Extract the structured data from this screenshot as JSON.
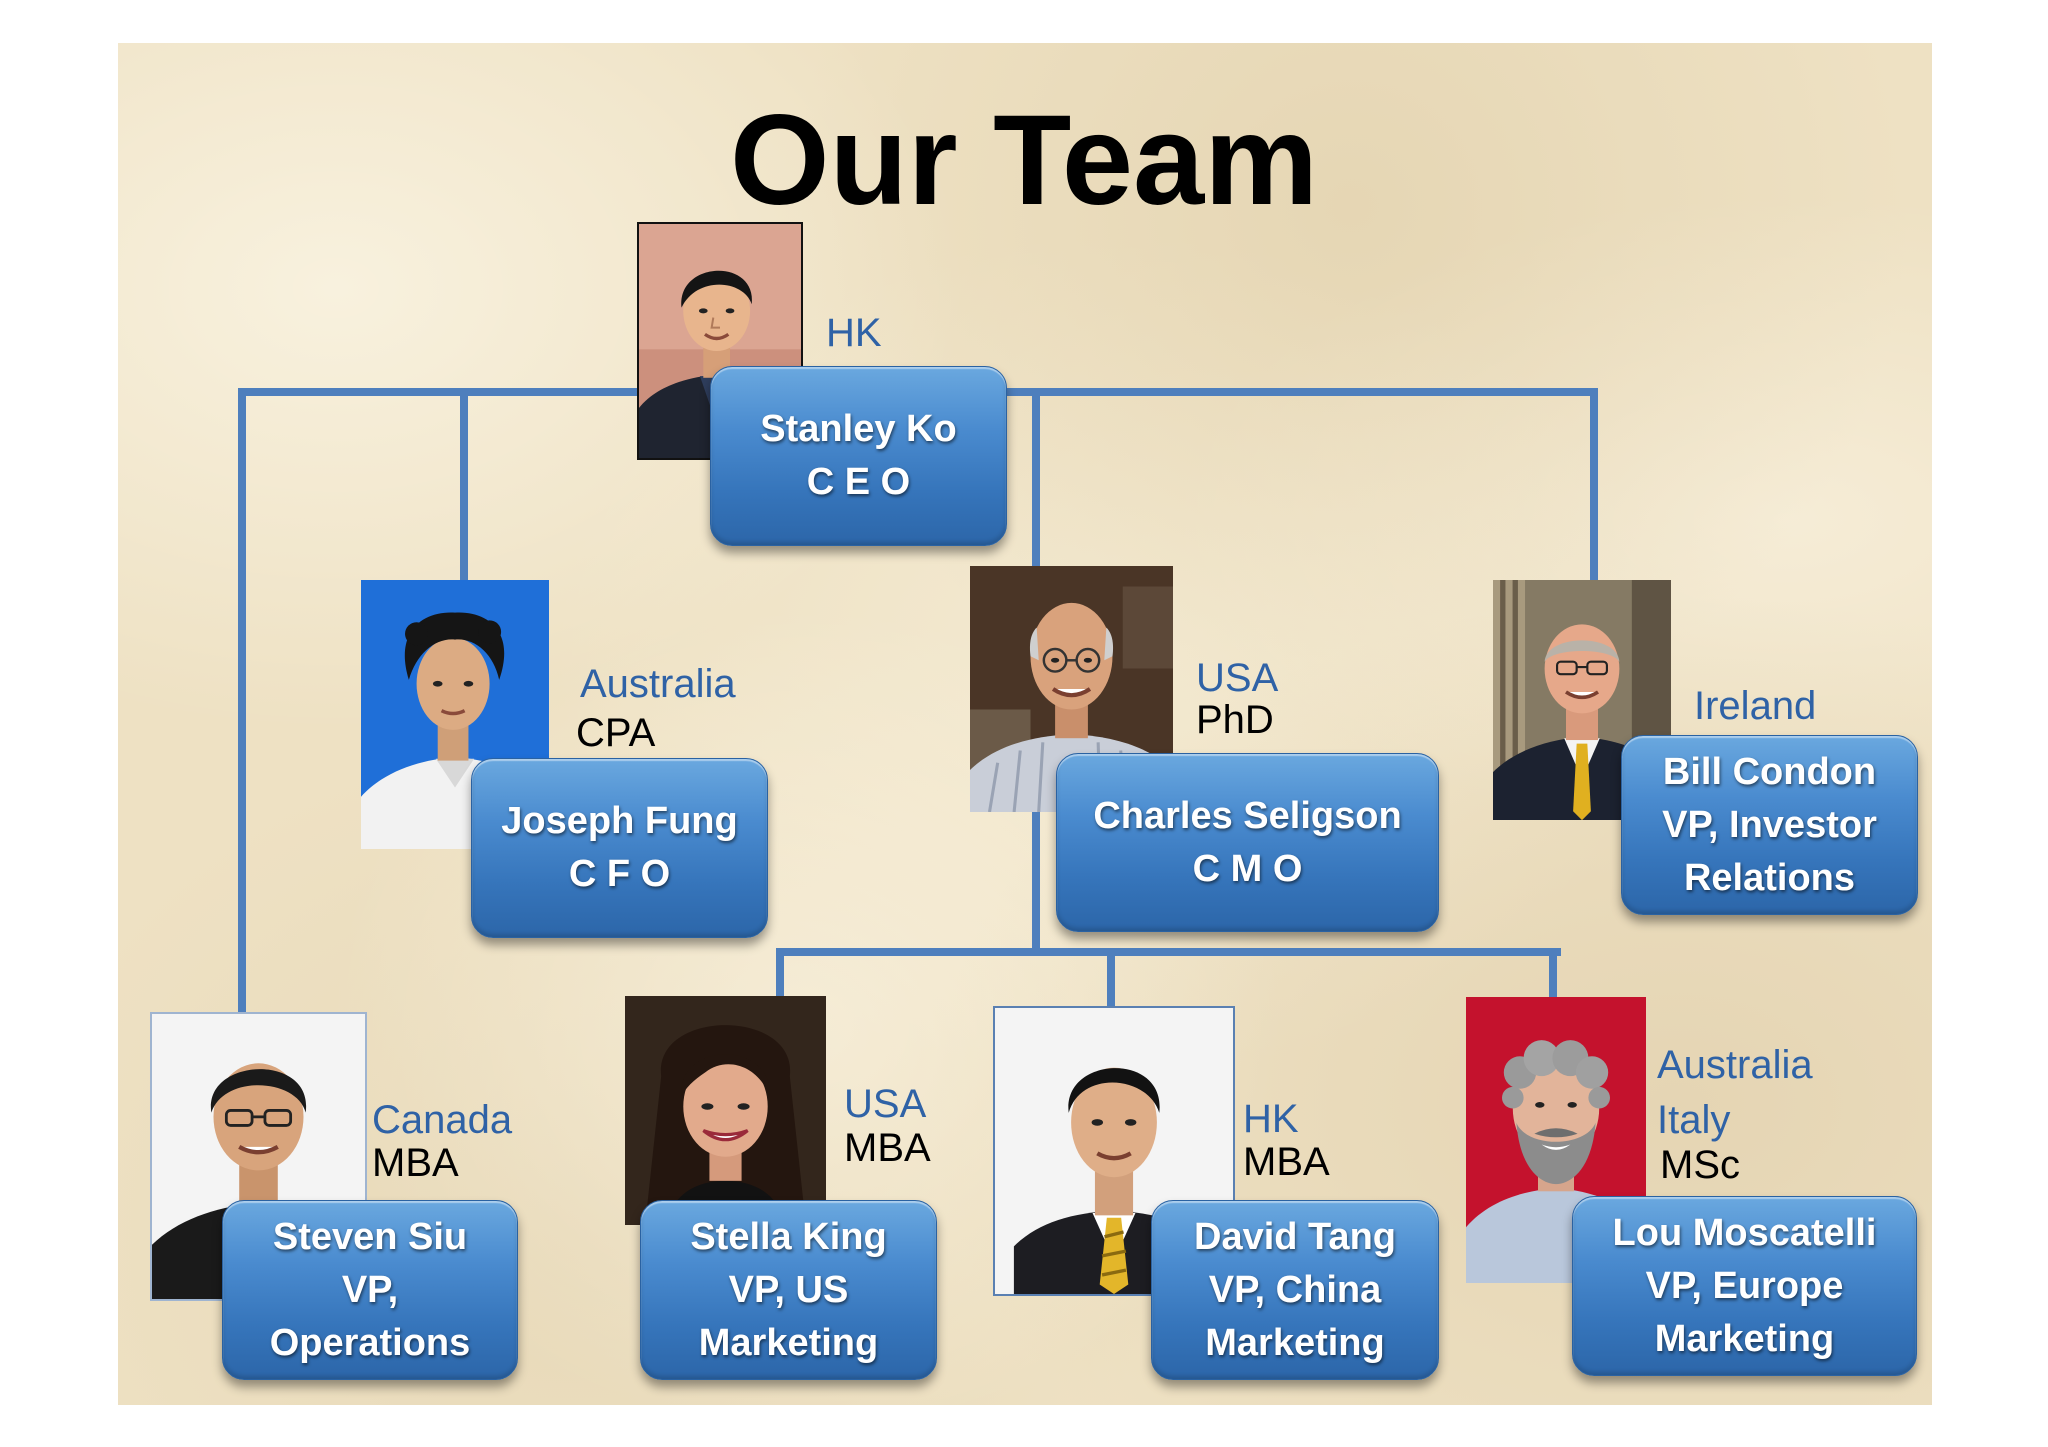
{
  "title": "Our Team",
  "colors": {
    "connector": "#4e7fbd",
    "box": "#3a7bc0",
    "box_text": "#ffffff",
    "location_text": "#2f62a6",
    "degree_text": "#000000",
    "background": "#eee1c3"
  },
  "members": {
    "ceo": {
      "box_lines": [
        "Stanley Ko",
        "C E O"
      ],
      "location": [
        "HK"
      ],
      "degree": ""
    },
    "cfo": {
      "box_lines": [
        "Joseph Fung",
        "C F O"
      ],
      "location": [
        "Australia"
      ],
      "degree": "CPA"
    },
    "cmo": {
      "box_lines": [
        "Charles Seligson",
        "C M O"
      ],
      "location": [
        "USA"
      ],
      "degree": "PhD"
    },
    "vp_investor_relations": {
      "box_lines": [
        "Bill Condon",
        "VP, Investor",
        "Relations"
      ],
      "location": [
        "Ireland"
      ],
      "degree": ""
    },
    "vp_operations": {
      "box_lines": [
        "Steven Siu",
        "VP,",
        "Operations"
      ],
      "location": [
        "Canada"
      ],
      "degree": "MBA"
    },
    "vp_us_marketing": {
      "box_lines": [
        "Stella King",
        "VP, US",
        "Marketing"
      ],
      "location": [
        "USA"
      ],
      "degree": "MBA"
    },
    "vp_china_marketing": {
      "box_lines": [
        "David Tang",
        "VP, China",
        "Marketing"
      ],
      "location": [
        "HK"
      ],
      "degree": "MBA"
    },
    "vp_europe_marketing": {
      "box_lines": [
        "Lou Moscatelli",
        "VP, Europe",
        "Marketing"
      ],
      "location": [
        "Australia",
        "Italy"
      ],
      "degree": "MSc"
    }
  }
}
